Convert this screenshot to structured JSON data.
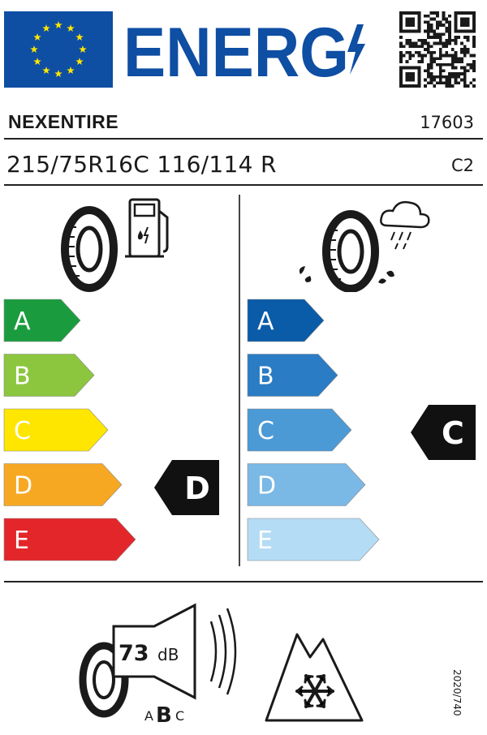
{
  "header": {
    "title": "ENERG",
    "flag": "eu-flag",
    "qr": "qr-code-icon"
  },
  "supplier": {
    "brand": "NEXENTIRE",
    "model_code": "17603"
  },
  "tyre": {
    "size": "215/75R16C 116/114 R",
    "class": "C2"
  },
  "fuel_efficiency": {
    "icon": "fuel-pump-tyre-icon",
    "classes": [
      "A",
      "B",
      "C",
      "D",
      "E"
    ],
    "colors": [
      "#1a9c3e",
      "#8cc63f",
      "#ffe600",
      "#f7a823",
      "#e3262a"
    ],
    "rating": "D"
  },
  "wet_grip": {
    "icon": "rain-cloud-tyre-icon",
    "classes": [
      "A",
      "B",
      "C",
      "D",
      "E"
    ],
    "colors": [
      "#0a5ba8",
      "#2a7cc4",
      "#4b9ad6",
      "#7ab8e6",
      "#b5dcf5"
    ],
    "rating": "C"
  },
  "noise": {
    "value": "73",
    "unit": "dB",
    "classes": [
      "A",
      "B",
      "C"
    ],
    "selected": "B",
    "icon": "speaker-tyre-icon"
  },
  "snow": {
    "icon": "three-peak-snowflake-icon"
  },
  "regulation": "2020/740"
}
